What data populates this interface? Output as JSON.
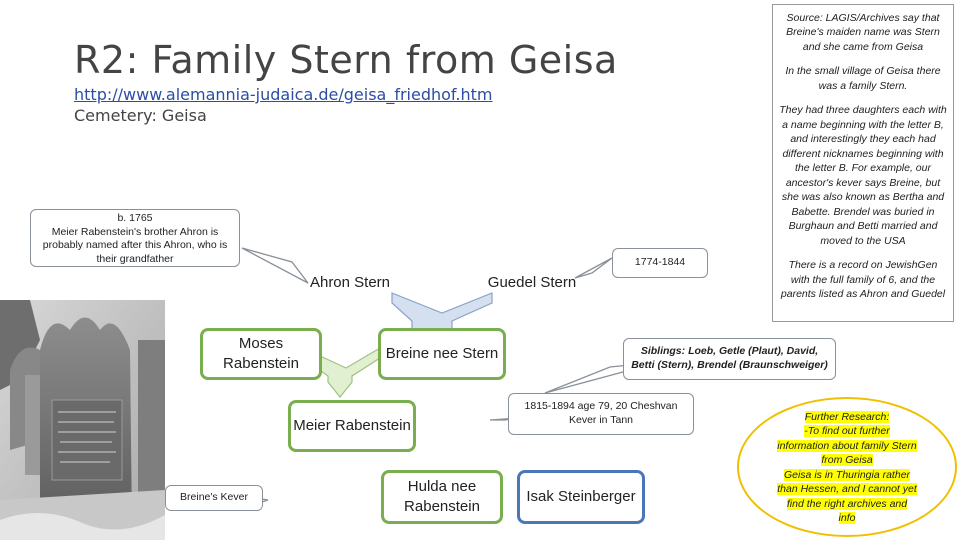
{
  "header": {
    "title": "R2: Family Stern from Geisa",
    "link": "http://www.alemannia-judaica.de/geisa_friedhof.htm",
    "cemetery": "Cemetery: Geisa"
  },
  "source_box": {
    "p1": "Source: LAGIS/Archives say that Breine's maiden name was Stern and she came from Geisa",
    "p2": "In the small village of Geisa there was a family Stern.",
    "p3": "They had three daughters each with a name beginning with the letter B, and interestingly they each had different nicknames beginning with the letter B. For example, our ancestor's kever says Breine, but she was also known as Bertha and Babette. Brendel was buried in Burghaun and Betti married and moved to the USA",
    "p4": "There is a record on JewishGen with the full family of 6, and the parents listed as Ahron and Guedel"
  },
  "callouts": {
    "ahron_note": "b. 1765\nMeier Rabenstein's brother Ahron is probably named after this Ahron, who is their grandfather",
    "guedel_dates": "1774-1844",
    "siblings": "Siblings: Loeb, Getle (Plaut), David, Betti (Stern), Brendel (Braunschweiger)",
    "breine_dates": "1815-1894 age 79, 20 Cheshvan Kever in Tann",
    "kever_label": "Breine's Kever"
  },
  "nodes": {
    "ahron": "Ahron Stern",
    "guedel": "Guedel Stern",
    "moses": "Moses Rabenstein",
    "breine": "Breine nee Stern",
    "meier": "Meier Rabenstein",
    "hulda": "Hulda nee Rabenstein",
    "isak": "Isak Steinberger"
  },
  "further_research": "Further Research:\n-To find out further information about family Stern from Geisa\nGeisa is in Thuringia rather than Hessen, and I cannot yet find the right archives and info",
  "colors": {
    "green": "#7aad4e",
    "blue": "#4b76b8",
    "highlight": "#ffff00",
    "arrow_blue": "#d4dff0",
    "arrow_green": "#e0f0d0"
  }
}
